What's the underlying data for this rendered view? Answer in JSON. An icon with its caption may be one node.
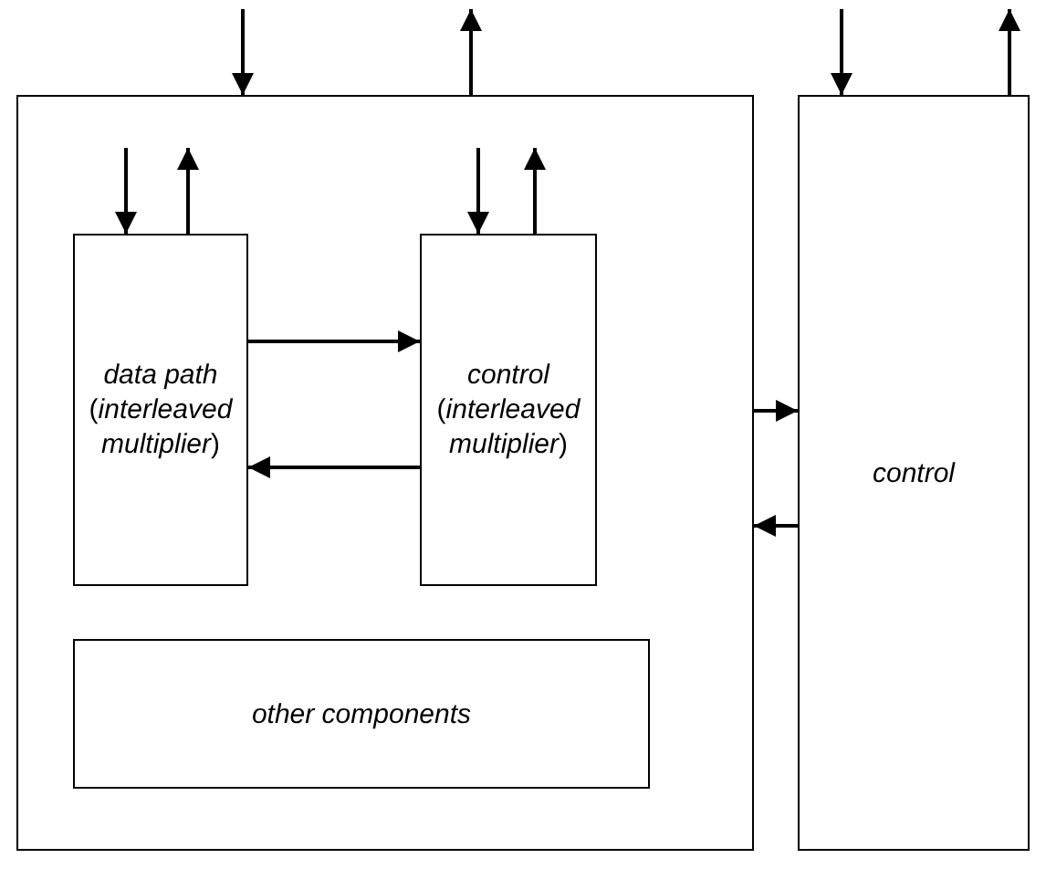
{
  "diagram": {
    "nodes": [
      {
        "text": [],
        "shape": "box"
      },
      {
        "text": [
          "*data path* (*interleaved multiplier*)"
        ],
        "in": 0
      },
      {
        "text": [
          "*control* (*interleaved multiplier*)"
        ],
        "in": 0
      },
      {
        "text": [
          "other components"
        ],
        "in": 0
      },
      {
        "text": [
          "control"
        ]
      }
    ],
    "edges": [
      {
        "from": null,
        "to": 0,
        "arrow": "to"
      },
      {
        "from": 0,
        "to": null,
        "arrow": "to"
      },
      {
        "from": null,
        "to": 4,
        "arrow": "to"
      },
      {
        "from": 4,
        "to": null,
        "arrow": "to"
      },
      {
        "from": null,
        "to": 1,
        "arrow": "to"
      },
      {
        "from": 1,
        "to": null,
        "arrow": "to"
      },
      {
        "from": null,
        "to": 2,
        "arrow": "to"
      },
      {
        "from": 2,
        "to": null,
        "arrow": "to"
      },
      {
        "from": 1,
        "to": 2,
        "arrow": "to"
      },
      {
        "from": 2,
        "to": 1,
        "arrow": "to"
      },
      {
        "from": 0,
        "to": 4,
        "arrow": "to"
      },
      {
        "from": 4,
        "to": 0,
        "arrow": "to"
      }
    ]
  }
}
